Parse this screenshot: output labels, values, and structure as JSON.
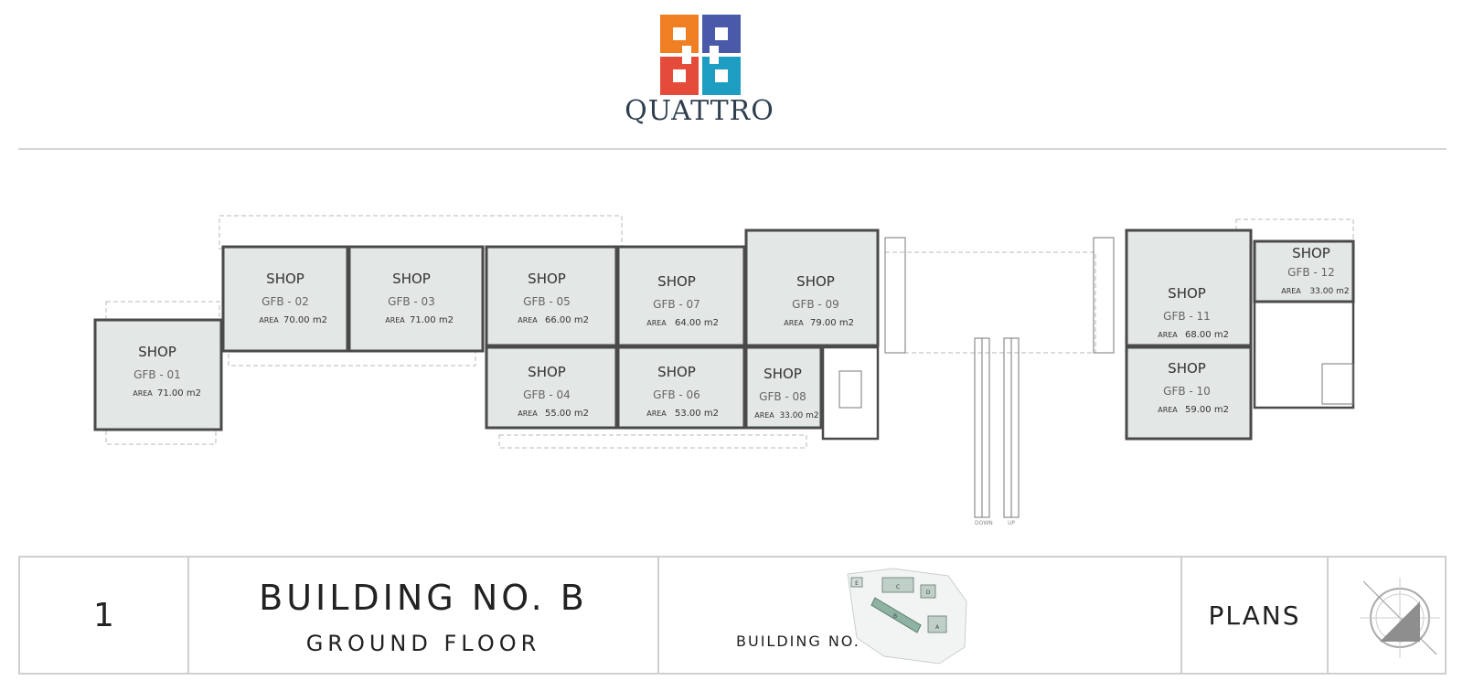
{
  "brand": {
    "name": "QUATTRO",
    "colors": {
      "orange": "#f07e22",
      "purple": "#4a5aa8",
      "red": "#e54b3a",
      "teal": "#1e9dc2"
    }
  },
  "plan": {
    "shops": [
      {
        "label": "SHOP",
        "code": "GFB - 01",
        "area_label": "AREA",
        "area": "71.00 m2"
      },
      {
        "label": "SHOP",
        "code": "GFB - 02",
        "area_label": "AREA",
        "area": "70.00 m2"
      },
      {
        "label": "SHOP",
        "code": "GFB - 03",
        "area_label": "AREA",
        "area": "71.00 m2"
      },
      {
        "label": "SHOP",
        "code": "GFB - 05",
        "area_label": "AREA",
        "area": "66.00 m2"
      },
      {
        "label": "SHOP",
        "code": "GFB - 07",
        "area_label": "AREA",
        "area": "64.00 m2"
      },
      {
        "label": "SHOP",
        "code": "GFB - 09",
        "area_label": "AREA",
        "area": "79.00 m2"
      },
      {
        "label": "SHOP",
        "code": "GFB - 04",
        "area_label": "AREA",
        "area": "55.00 m2"
      },
      {
        "label": "SHOP",
        "code": "GFB - 06",
        "area_label": "AREA",
        "area": "53.00 m2"
      },
      {
        "label": "SHOP",
        "code": "GFB - 08",
        "area_label": "AREA",
        "area": "33.00 m2"
      },
      {
        "label": "SHOP",
        "code": "GFB - 11",
        "area_label": "AREA",
        "area": "68.00 m2"
      },
      {
        "label": "SHOP",
        "code": "GFB - 10",
        "area_label": "AREA",
        "area": "59.00 m2"
      },
      {
        "label": "SHOP",
        "code": "GFB - 12",
        "area_label": "AREA",
        "area": "33.00 m2"
      }
    ],
    "escalator_labels": {
      "down": "DOWN",
      "up": "UP"
    }
  },
  "title_block": {
    "sheet_number": "1",
    "title": "BUILDING NO. B",
    "subtitle": "GROUND FLOOR",
    "key_plan_label": "BUILDING NO. B",
    "key_plan_buildings": [
      "A",
      "B",
      "C",
      "D",
      "E"
    ],
    "sheet_type": "PLANS"
  },
  "colors": {
    "shop_fill": "#e3e7e5",
    "wall": "#4a4a4a",
    "dashed": "#b8b8b8",
    "border": "#cfcfcf"
  }
}
